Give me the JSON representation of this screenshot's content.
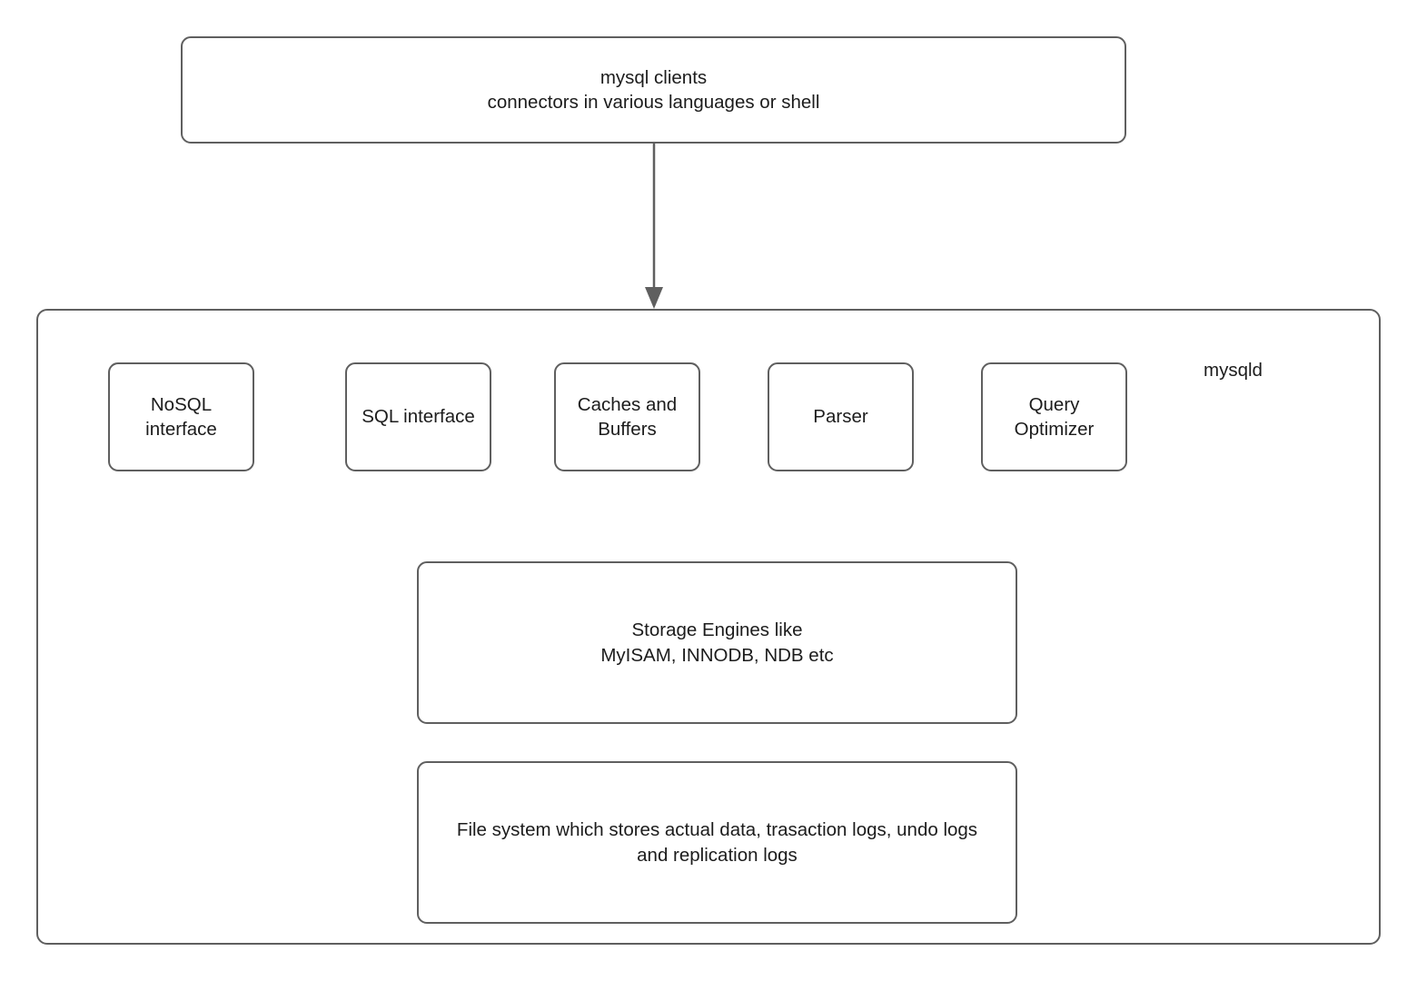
{
  "diagram": {
    "title": "mysql architecture diagram",
    "stroke_color": "#5f5f5f",
    "text_color": "#1c1c1c",
    "background_color": "#ffffff"
  },
  "clients": {
    "label": "mysql clients\nconnectors in various languages or shell",
    "line1": "mysql clients",
    "line2": "connectors in various languages or shell"
  },
  "connector": {
    "name": "arrow-down",
    "from": "clients",
    "to": "mysqld"
  },
  "mysqld": {
    "label": "mysqld",
    "components": [
      {
        "id": "nosql",
        "label": "NoSQL\ninterface"
      },
      {
        "id": "sql",
        "label": "SQL interface"
      },
      {
        "id": "caches",
        "label": "Caches and\nBuffers"
      },
      {
        "id": "parser",
        "label": "Parser"
      },
      {
        "id": "optimizer",
        "label": "Query\nOptimizer"
      }
    ],
    "storage_engines": {
      "label": "Storage Engines like\nMyISAM, INNODB, NDB etc"
    },
    "file_system": {
      "label": "File system which stores actual data, trasaction logs, undo logs\nand replication logs"
    }
  }
}
